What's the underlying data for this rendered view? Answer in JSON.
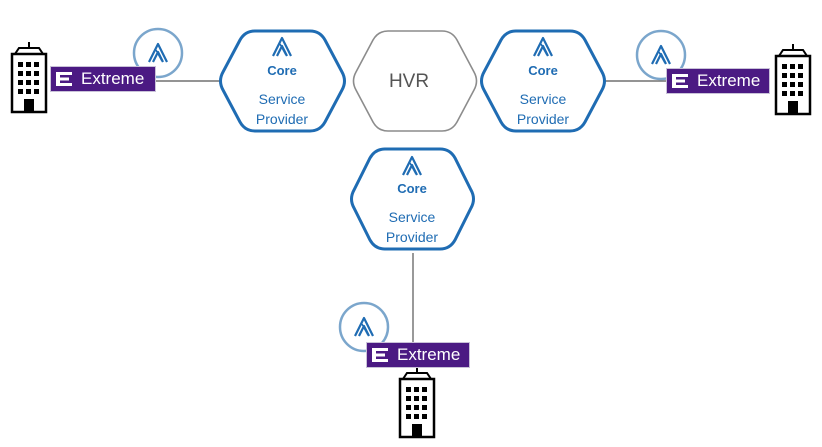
{
  "colors": {
    "core_border": "#1f6cb3",
    "core_text": "#1f6cb3",
    "hvr_border": "#8c8c8c",
    "hvr_text": "#555555",
    "badge_bg": "#4b1a83",
    "badge_text": "#ffffff",
    "circle_border": "#7ba6cc",
    "line": "#555555"
  },
  "icons": {
    "core_logo": "stylized-a-logo",
    "extreme_logo": "extreme-e-logo",
    "building": "office-building-icon"
  },
  "core_nodes": [
    {
      "brand": "Core",
      "line1": "Service",
      "line2": "Provider"
    },
    {
      "brand": "Core",
      "line1": "Service",
      "line2": "Provider"
    },
    {
      "brand": "Core",
      "line1": "Service",
      "line2": "Provider"
    }
  ],
  "hvr_node": {
    "label": "HVR"
  },
  "sites": [
    {
      "badge_label": "Extreme"
    },
    {
      "badge_label": "Extreme"
    },
    {
      "badge_label": "Extreme"
    }
  ]
}
